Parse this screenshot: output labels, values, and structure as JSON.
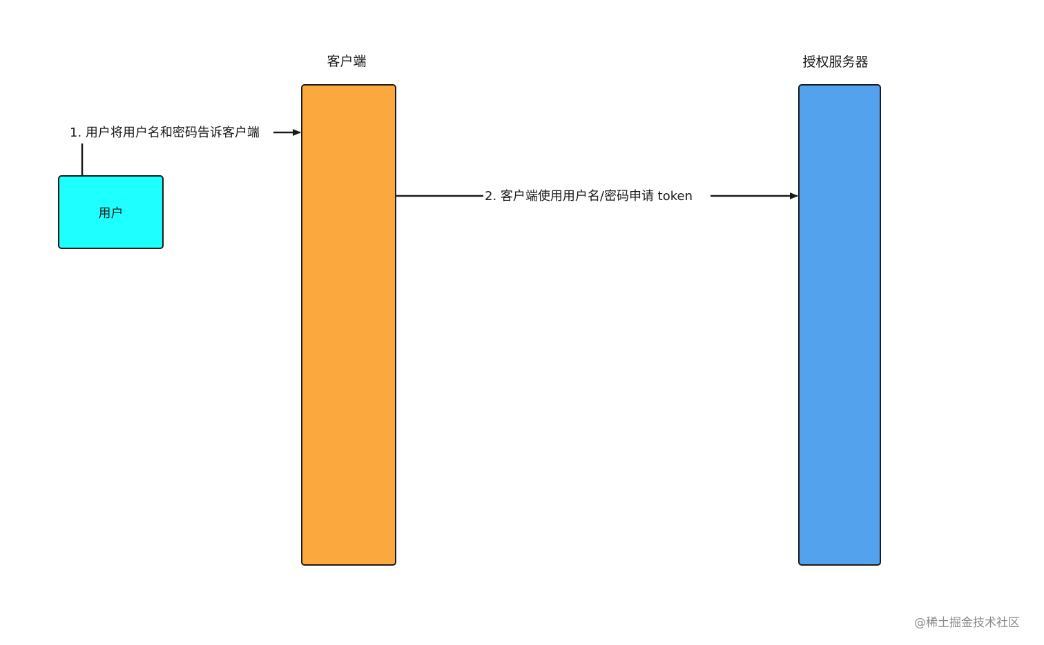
{
  "nodes": {
    "client": {
      "title": "客户端",
      "color": "#FBA83F"
    },
    "auth_server": {
      "title": "授权服务器",
      "color": "#52A2EE"
    },
    "user": {
      "label": "用户",
      "color": "#1EFFFF"
    }
  },
  "edges": {
    "step1": {
      "label": "1. 用户将用户名和密码告诉客户端",
      "from": "user",
      "to": "client"
    },
    "step2": {
      "label": "2. 客户端使用用户名/密码申请 token",
      "from": "client",
      "to": "auth_server"
    }
  },
  "watermark": "@稀土掘金技术社区"
}
